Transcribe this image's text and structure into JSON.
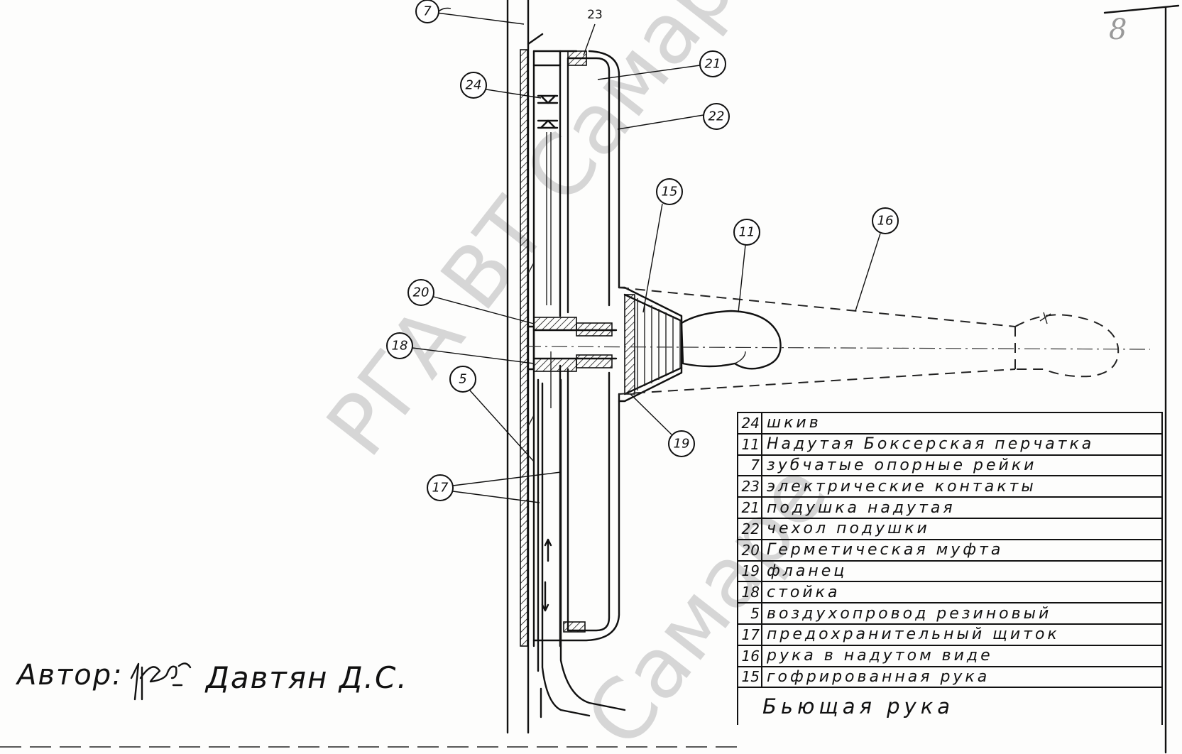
{
  "drawing": {
    "title": "Бьющая рука",
    "sheet_number": "8",
    "watermark": [
      "РГА ВТ Самаре",
      "Самаре"
    ],
    "author_label": "Автор:",
    "author_name": "Давтян Д.С."
  },
  "callouts": [
    "7",
    "23",
    "24",
    "21",
    "22",
    "15",
    "16",
    "11",
    "20",
    "18",
    "5",
    "19",
    "17"
  ],
  "legend": [
    {
      "num": "24",
      "text": "шкив"
    },
    {
      "num": "11",
      "text": "Надутая Боксерская перчатка"
    },
    {
      "num": "7",
      "text": "зубчатые опорные рейки"
    },
    {
      "num": "23",
      "text": "электрические контакты"
    },
    {
      "num": "21",
      "text": "подушка надутая"
    },
    {
      "num": "22",
      "text": "чехол подушки"
    },
    {
      "num": "20",
      "text": "Герметическая муфта"
    },
    {
      "num": "19",
      "text": "фланец"
    },
    {
      "num": "18",
      "text": "стойка"
    },
    {
      "num": "5",
      "text": "воздухопровод резиновый"
    },
    {
      "num": "17",
      "text": "предохранительный щиток"
    },
    {
      "num": "16",
      "text": "рука в надутом виде"
    },
    {
      "num": "15",
      "text": "гофрированная рука"
    }
  ]
}
